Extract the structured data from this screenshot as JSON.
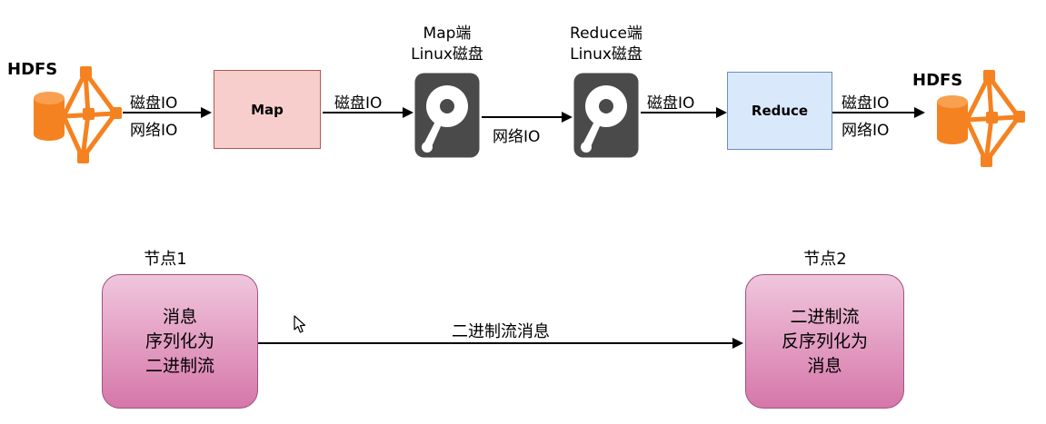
{
  "diagram": {
    "top_flow": {
      "hdfs_left": {
        "label": "HDFS"
      },
      "arrow1": {
        "top_label": "磁盘IO",
        "bottom_label": "网络IO"
      },
      "map_box": {
        "label": "Map"
      },
      "arrow2": {
        "top_label": "磁盘IO"
      },
      "disk_map": {
        "title_line1": "Map端",
        "title_line2": "Linux磁盘"
      },
      "arrow3": {
        "bottom_label": "网络IO"
      },
      "disk_reduce": {
        "title_line1": "Reduce端",
        "title_line2": "Linux磁盘"
      },
      "arrow4": {
        "top_label": "磁盘IO"
      },
      "reduce_box": {
        "label": "Reduce"
      },
      "arrow5": {
        "top_label": "磁盘IO",
        "bottom_label": "网络IO"
      },
      "hdfs_right": {
        "label": "HDFS"
      }
    },
    "bottom_flow": {
      "node1": {
        "title": "节点1",
        "line1": "消息",
        "line2": "序列化为",
        "line3": "二进制流"
      },
      "arrow": {
        "label": "二进制流消息"
      },
      "node2": {
        "title": "节点2",
        "line1": "二进制流",
        "line2": "反序列化为",
        "line3": "消息"
      }
    },
    "colors": {
      "map_box_fill": "#f8cecc",
      "map_box_border": "#b85450",
      "reduce_box_fill": "#dae8fc",
      "reduce_box_border": "#6c8ebf",
      "node_gradient_top": "#f0c6dd",
      "node_gradient_bottom": "#d677a9",
      "node_border": "#a0527f",
      "hdfs_icon_orange": "#f58220",
      "disk_icon_gray": "#4a4a4a",
      "arrow_black": "#000000"
    }
  }
}
